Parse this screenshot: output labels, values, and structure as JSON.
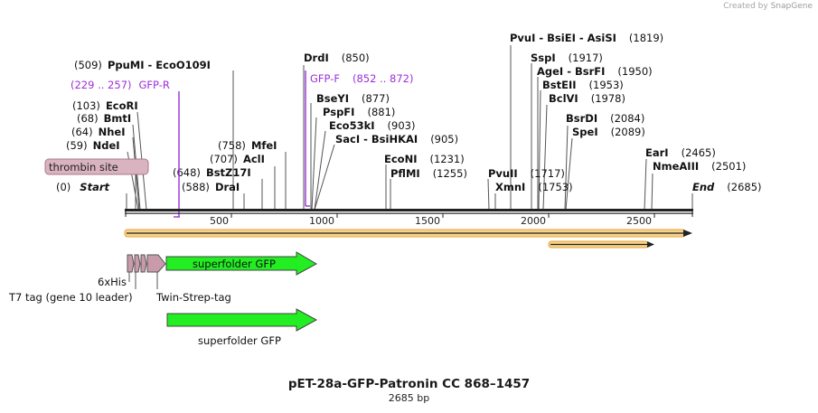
{
  "credit": {
    "prefix": "Created by",
    "brand": "SnapGene"
  },
  "title": "pET-28a-GFP-Patronin CC 868–1457",
  "subtitle": "2685 bp",
  "map": {
    "length": 2685,
    "ticks": [
      {
        "pos": 500,
        "label": "500"
      },
      {
        "pos": 1000,
        "label": "1000"
      },
      {
        "pos": 1500,
        "label": "1500"
      },
      {
        "pos": 2000,
        "label": "2000"
      },
      {
        "pos": 2500,
        "label": "2500"
      }
    ],
    "ends": [
      {
        "pos": 0,
        "coord": "(0)",
        "name": "Start"
      },
      {
        "pos": 2685,
        "coord": "(2685)",
        "name": "End"
      }
    ],
    "enzymes": [
      {
        "pos": 509,
        "coord": "(509)",
        "name": "PpuMI  - EcoO109I"
      },
      {
        "pos": 103,
        "coord": "(103)",
        "name": "EcoRI"
      },
      {
        "pos": 68,
        "coord": "(68)",
        "name": "BmtI"
      },
      {
        "pos": 64,
        "coord": "(64)",
        "name": "NheI"
      },
      {
        "pos": 59,
        "coord": "(59)",
        "name": "NdeI"
      },
      {
        "pos": 758,
        "coord": "(758)",
        "name": "MfeI"
      },
      {
        "pos": 707,
        "coord": "(707)",
        "name": "AclI"
      },
      {
        "pos": 648,
        "coord": "(648)",
        "name": "BstZ17I"
      },
      {
        "pos": 588,
        "coord": "(588)",
        "name": "DraI"
      },
      {
        "pos": 850,
        "coord": "(850)",
        "name": "DrdI"
      },
      {
        "pos": 877,
        "coord": "(877)",
        "name": "BseYI"
      },
      {
        "pos": 881,
        "coord": "(881)",
        "name": "PspFI"
      },
      {
        "pos": 903,
        "coord": "(903)",
        "name": "Eco53kI"
      },
      {
        "pos": 905,
        "coord": "(905)",
        "name": "SacI  - BsiHKAI"
      },
      {
        "pos": 1231,
        "coord": "(1231)",
        "name": "EcoNI"
      },
      {
        "pos": 1255,
        "coord": "(1255)",
        "name": "PflMI"
      },
      {
        "pos": 1717,
        "coord": "(1717)",
        "name": "PvuII"
      },
      {
        "pos": 1753,
        "coord": "(1753)",
        "name": "XmnI"
      },
      {
        "pos": 1819,
        "coord": "(1819)",
        "name": "PvuI  - BsiEI  - AsiSI"
      },
      {
        "pos": 1917,
        "coord": "(1917)",
        "name": "SspI"
      },
      {
        "pos": 1950,
        "coord": "(1950)",
        "name": "AgeI  - BsrFI"
      },
      {
        "pos": 1953,
        "coord": "(1953)",
        "name": "BstEII"
      },
      {
        "pos": 1978,
        "coord": "(1978)",
        "name": "BclVI"
      },
      {
        "pos": 2084,
        "coord": "(2084)",
        "name": "BsrDI"
      },
      {
        "pos": 2089,
        "coord": "(2089)",
        "name": "SpeI"
      },
      {
        "pos": 2465,
        "coord": "(2465)",
        "name": "EarI"
      },
      {
        "pos": 2501,
        "coord": "(2501)",
        "name": "NmeAIII"
      }
    ],
    "primers": [
      {
        "coord": "(229 .. 257)",
        "name": "GFP-R",
        "start": 229,
        "end": 257,
        "color": "#9b30d9"
      },
      {
        "coord": "(852 .. 872)",
        "name": "GFP-F",
        "start": 852,
        "end": 872,
        "color": "#9b30d9"
      }
    ],
    "site_label": "thrombin site",
    "features": [
      {
        "name": "6xHis"
      },
      {
        "name": "T7 tag (gene 10 leader)"
      },
      {
        "name": "Twin-Strep-tag"
      },
      {
        "name": "superfolder GFP",
        "color": "#22ee22"
      },
      {
        "name": "superfolder GFP",
        "color": "#22ee22"
      }
    ],
    "colors": {
      "backbone": "#222222",
      "orf": "#e8a33a",
      "orf_fill": "#f7d28c",
      "tag": "#c89aaa",
      "primer": "#9b30d9"
    }
  }
}
